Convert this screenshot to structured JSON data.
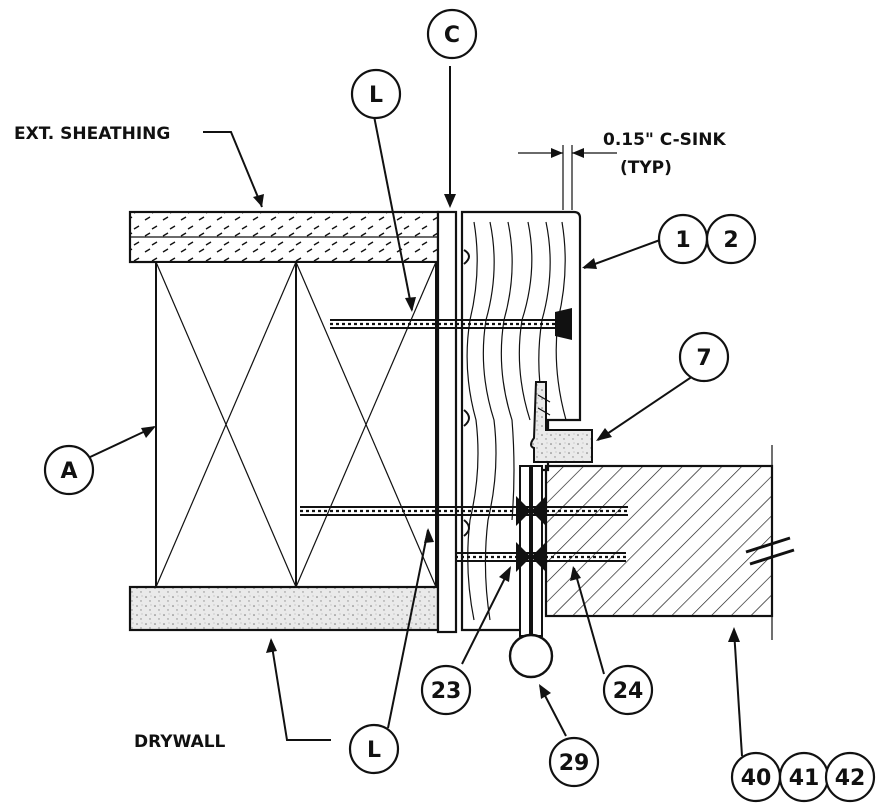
{
  "notes": {
    "ext_sheathing": "EXT. SHEATHING",
    "csink_line1": "0.15\" C-SINK",
    "csink_line2": "(TYP)",
    "drywall": "DRYWALL"
  },
  "tags": {
    "c": "C",
    "l_top": "L",
    "l_bottom": "L",
    "a": "A",
    "one": "1",
    "two": "2",
    "seven": "7",
    "twenty_three": "23",
    "twenty_four": "24",
    "twenty_nine": "29",
    "forty": "40",
    "forty_one": "41",
    "forty_two": "42"
  },
  "colors": {
    "ink": "#111111",
    "paper": "#ffffff",
    "stipple": "#e6e6e6"
  }
}
